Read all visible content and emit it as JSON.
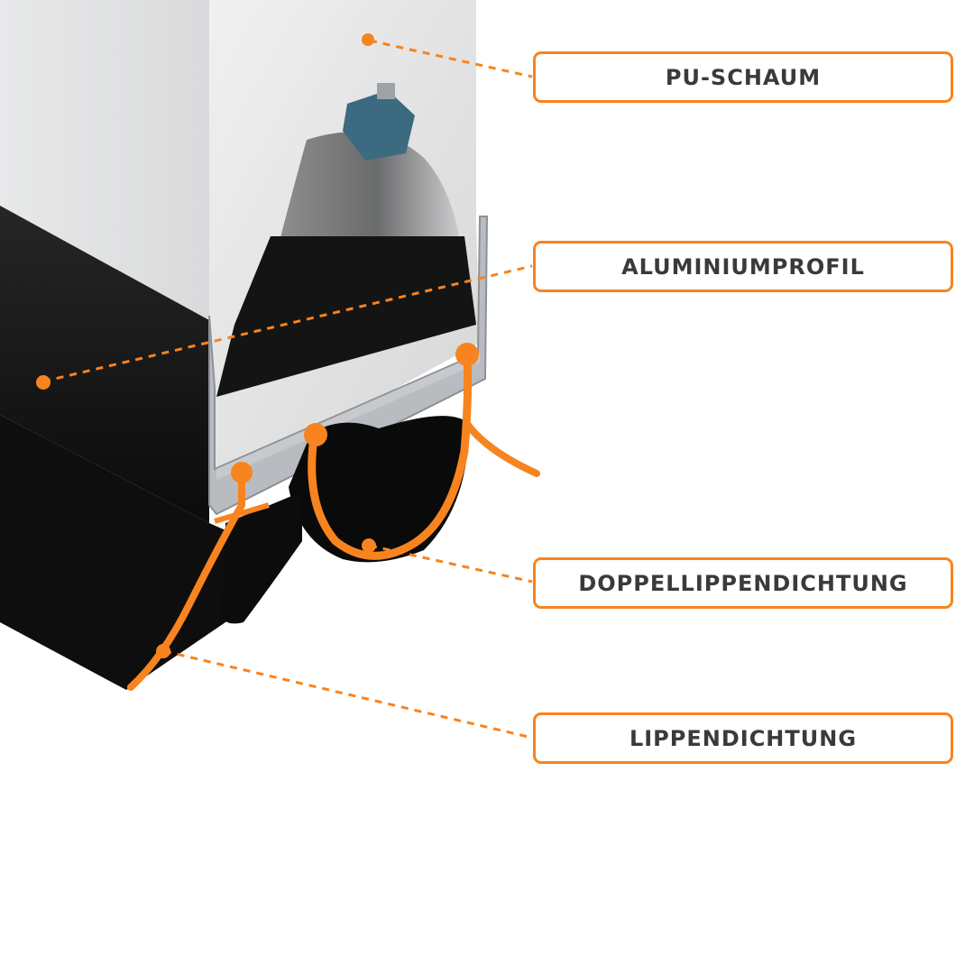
{
  "colors": {
    "accent": "#f7841f",
    "label_text": "#3a3a3a",
    "foam": "#e3e3e3",
    "profile_dark": "#141414",
    "aluminium": "#b8bcc0"
  },
  "labels": {
    "pu_schaum": "PU-SCHAUM",
    "aluminiumprofil": "ALUMINIUMPROFIL",
    "doppellippendichtung": "DOPPELLIPPENDICHTUNG",
    "lippendichtung": "LIPPENDICHTUNG"
  }
}
